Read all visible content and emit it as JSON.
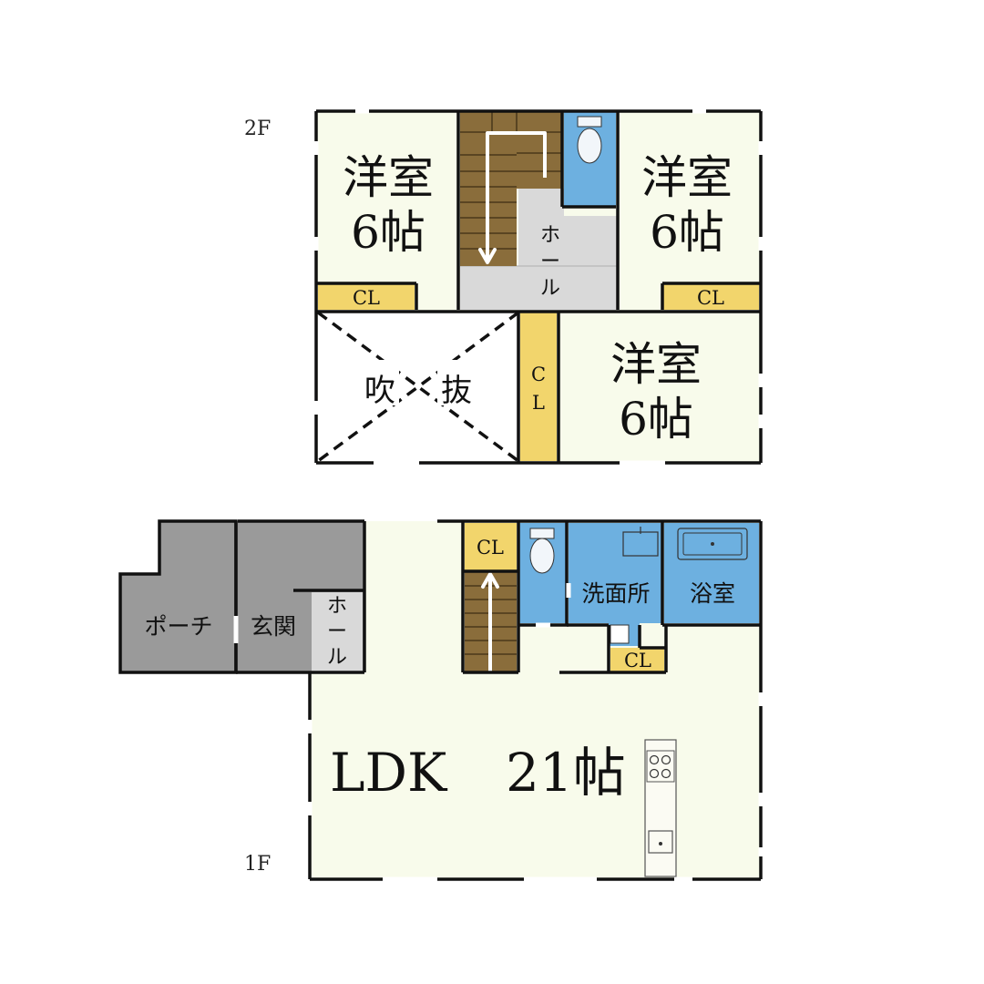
{
  "floors": {
    "upper": {
      "label": "2F",
      "bedroom_a": {
        "name": "洋室",
        "size": "6帖"
      },
      "bedroom_b": {
        "name": "洋室",
        "size": "6帖"
      },
      "bedroom_c": {
        "name": "洋室",
        "size": "6帖"
      },
      "hall": {
        "chars": [
          "ホ",
          "ー",
          "ル"
        ]
      },
      "void": {
        "char1": "吹",
        "char2": "抜"
      },
      "closet_left": "CL",
      "closet_right": "CL",
      "closet_vertical": [
        "C",
        "L"
      ]
    },
    "lower": {
      "label": "1F",
      "porch": "ポーチ",
      "entrance": "玄関",
      "hall": {
        "chars": [
          "ホ",
          "ー",
          "ル"
        ]
      },
      "closet_stairs": "CL",
      "closet_small": "CL",
      "washroom": "洗面所",
      "bathroom": "浴室",
      "ldk": {
        "name": "LDK",
        "size": "21帖"
      }
    }
  },
  "colors": {
    "room_cream": "#f8fbeb",
    "closet_yellow": "#f2d56c",
    "wet_blue": "#6db0e0",
    "stair_brown": "#8a6d3b",
    "hall_gray": "#d9d9d9",
    "exterior_gray": "#9a9a9a",
    "wall": "#111111"
  }
}
